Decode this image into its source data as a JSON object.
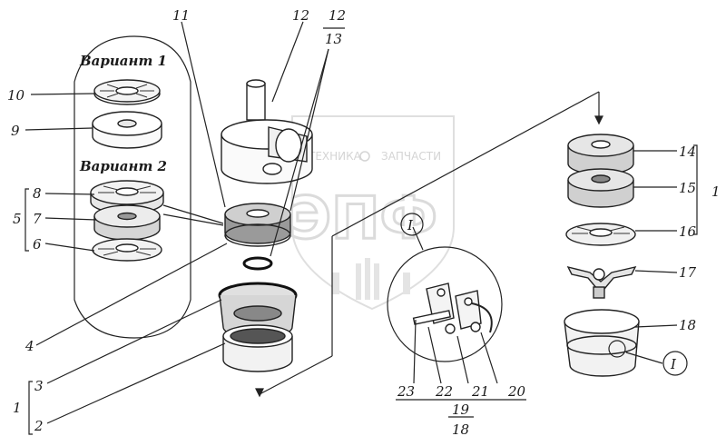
{
  "variants": {
    "variant1": "Вариант 1",
    "variant2": "Вариант 2"
  },
  "callouts": {
    "c10": "10",
    "c9": "9",
    "c8": "8",
    "c7": "7",
    "c6": "6",
    "c5": "5",
    "c11": "11",
    "c12": "12",
    "c12b": "12",
    "c13": "13",
    "c14": "14",
    "c15": "15",
    "c16": "16",
    "c17": "17",
    "c18": "18",
    "c1r": "1",
    "c4": "4",
    "c3": "3",
    "c2": "2",
    "c1l": "1",
    "c23": "23",
    "c22": "22",
    "c21": "21",
    "c20": "20",
    "c19": "19",
    "c18b": "18",
    "detailA": "I",
    "detailB": "I"
  },
  "watermark": {
    "brand_left": "ТЕХНИКА",
    "brand_right": "ЗАПЧАСТИ",
    "logo_text": "ЭПФ"
  }
}
